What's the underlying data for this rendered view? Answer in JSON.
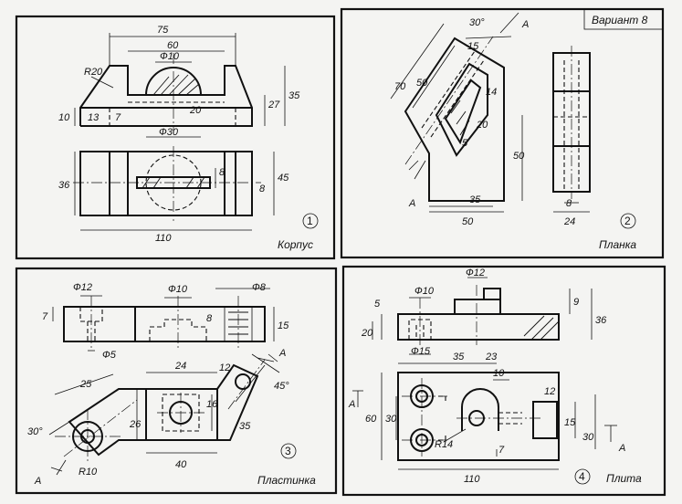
{
  "variant_label": "Вариант 8",
  "panels": [
    {
      "number": "1",
      "caption": "Корпус",
      "dims": {
        "d75": "75",
        "d60": "60",
        "phi10": "Ф10",
        "r20": "R20",
        "d27": "27",
        "d35": "35",
        "d10": "10",
        "d13": "13",
        "d7": "7",
        "d20": "20",
        "phi30": "Ф30",
        "d36": "36",
        "d8": "8",
        "d45": "45",
        "d8b": "8",
        "d110": "110"
      }
    },
    {
      "number": "2",
      "caption": "Планка",
      "dims": {
        "ang30": "30°",
        "d15": "15",
        "d70": "70",
        "d50a": "50",
        "d14": "14",
        "d20": "20",
        "d5": "5",
        "d50v": "50",
        "d35": "35",
        "d50h": "50",
        "d8": "8",
        "d24": "24"
      },
      "section_a": "A",
      "section_a2": "A"
    },
    {
      "number": "3",
      "caption": "Пластинка",
      "dims": {
        "phi12": "Ф12",
        "phi10": "Ф10",
        "phi8": "Ф8",
        "d7": "7",
        "d8": "8",
        "d15": "15",
        "phi5": "Ф5",
        "d25": "25",
        "d24a": "24",
        "d12": "12",
        "ang45": "45°",
        "d26": "26",
        "d16": "16",
        "d35": "35",
        "ang30": "30°",
        "r10": "R10",
        "d40": "40"
      },
      "section_a": "A",
      "section_a2": "A"
    },
    {
      "number": "4",
      "caption": "Плита",
      "dims": {
        "phi12": "Ф12",
        "phi10": "Ф10",
        "d5": "5",
        "d9": "9",
        "d20": "20",
        "d36": "36",
        "phi15": "Ф15",
        "d35": "35",
        "d23": "23",
        "d10": "10",
        "d12": "12",
        "d60": "60",
        "d30a": "30",
        "d15": "15",
        "d30b": "30",
        "r14": "R14",
        "d7": "7",
        "d110": "110"
      },
      "section_a": "A",
      "section_a2": "A"
    }
  ]
}
